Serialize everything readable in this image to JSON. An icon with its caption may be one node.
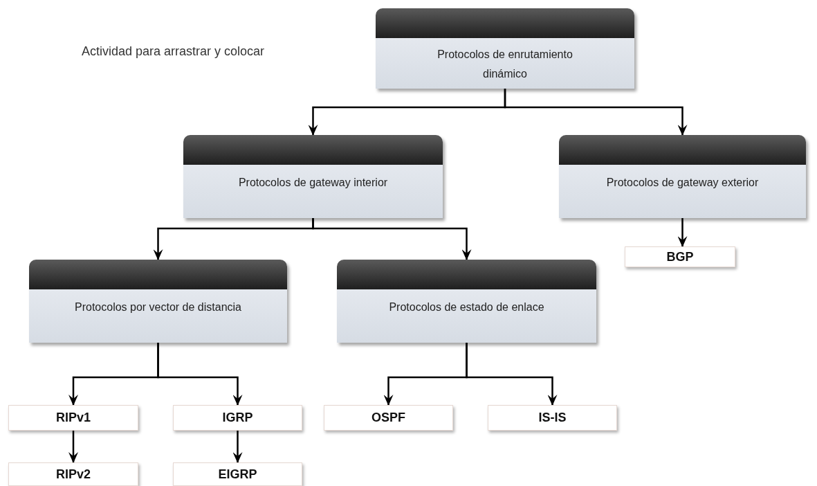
{
  "diagram": {
    "nodes": [
      {
        "text": [
          "Protocolos de enrutamiento dinámico"
        ]
      },
      {
        "text": [
          "Protocolos de gateway interior"
        ]
      },
      {
        "text": [
          "Protocolos de gateway exterior"
        ]
      },
      {
        "text": [
          "Protocolos por vector de distancia"
        ]
      },
      {
        "text": [
          "Protocolos de estado de enlace"
        ]
      },
      {
        "text": [
          "BGP"
        ]
      },
      {
        "text": [
          "RIPv1"
        ]
      },
      {
        "text": [
          "IGRP"
        ]
      },
      {
        "text": [
          "OSPF"
        ]
      },
      {
        "text": [
          "IS-IS"
        ]
      },
      {
        "text": [
          "RIPv2"
        ]
      },
      {
        "text": [
          "EIGRP"
        ]
      }
    ],
    "edges": [
      {
        "from": 0,
        "to": 1,
        "arrow": "to"
      },
      {
        "from": 0,
        "to": 2,
        "arrow": "to"
      },
      {
        "from": 1,
        "to": 3,
        "arrow": "to"
      },
      {
        "from": 1,
        "to": 4,
        "arrow": "to"
      },
      {
        "from": 2,
        "to": 5,
        "arrow": "to"
      },
      {
        "from": 3,
        "to": 6,
        "arrow": "to"
      },
      {
        "from": 3,
        "to": 7,
        "arrow": "to"
      },
      {
        "from": 4,
        "to": 8,
        "arrow": "to"
      },
      {
        "from": 4,
        "to": 9,
        "arrow": "to"
      },
      {
        "from": 6,
        "to": 10,
        "arrow": "to"
      },
      {
        "from": 7,
        "to": 11,
        "arrow": "to"
      }
    ],
    "labels": [
      "Actividad para arrastrar y colocar"
    ]
  }
}
